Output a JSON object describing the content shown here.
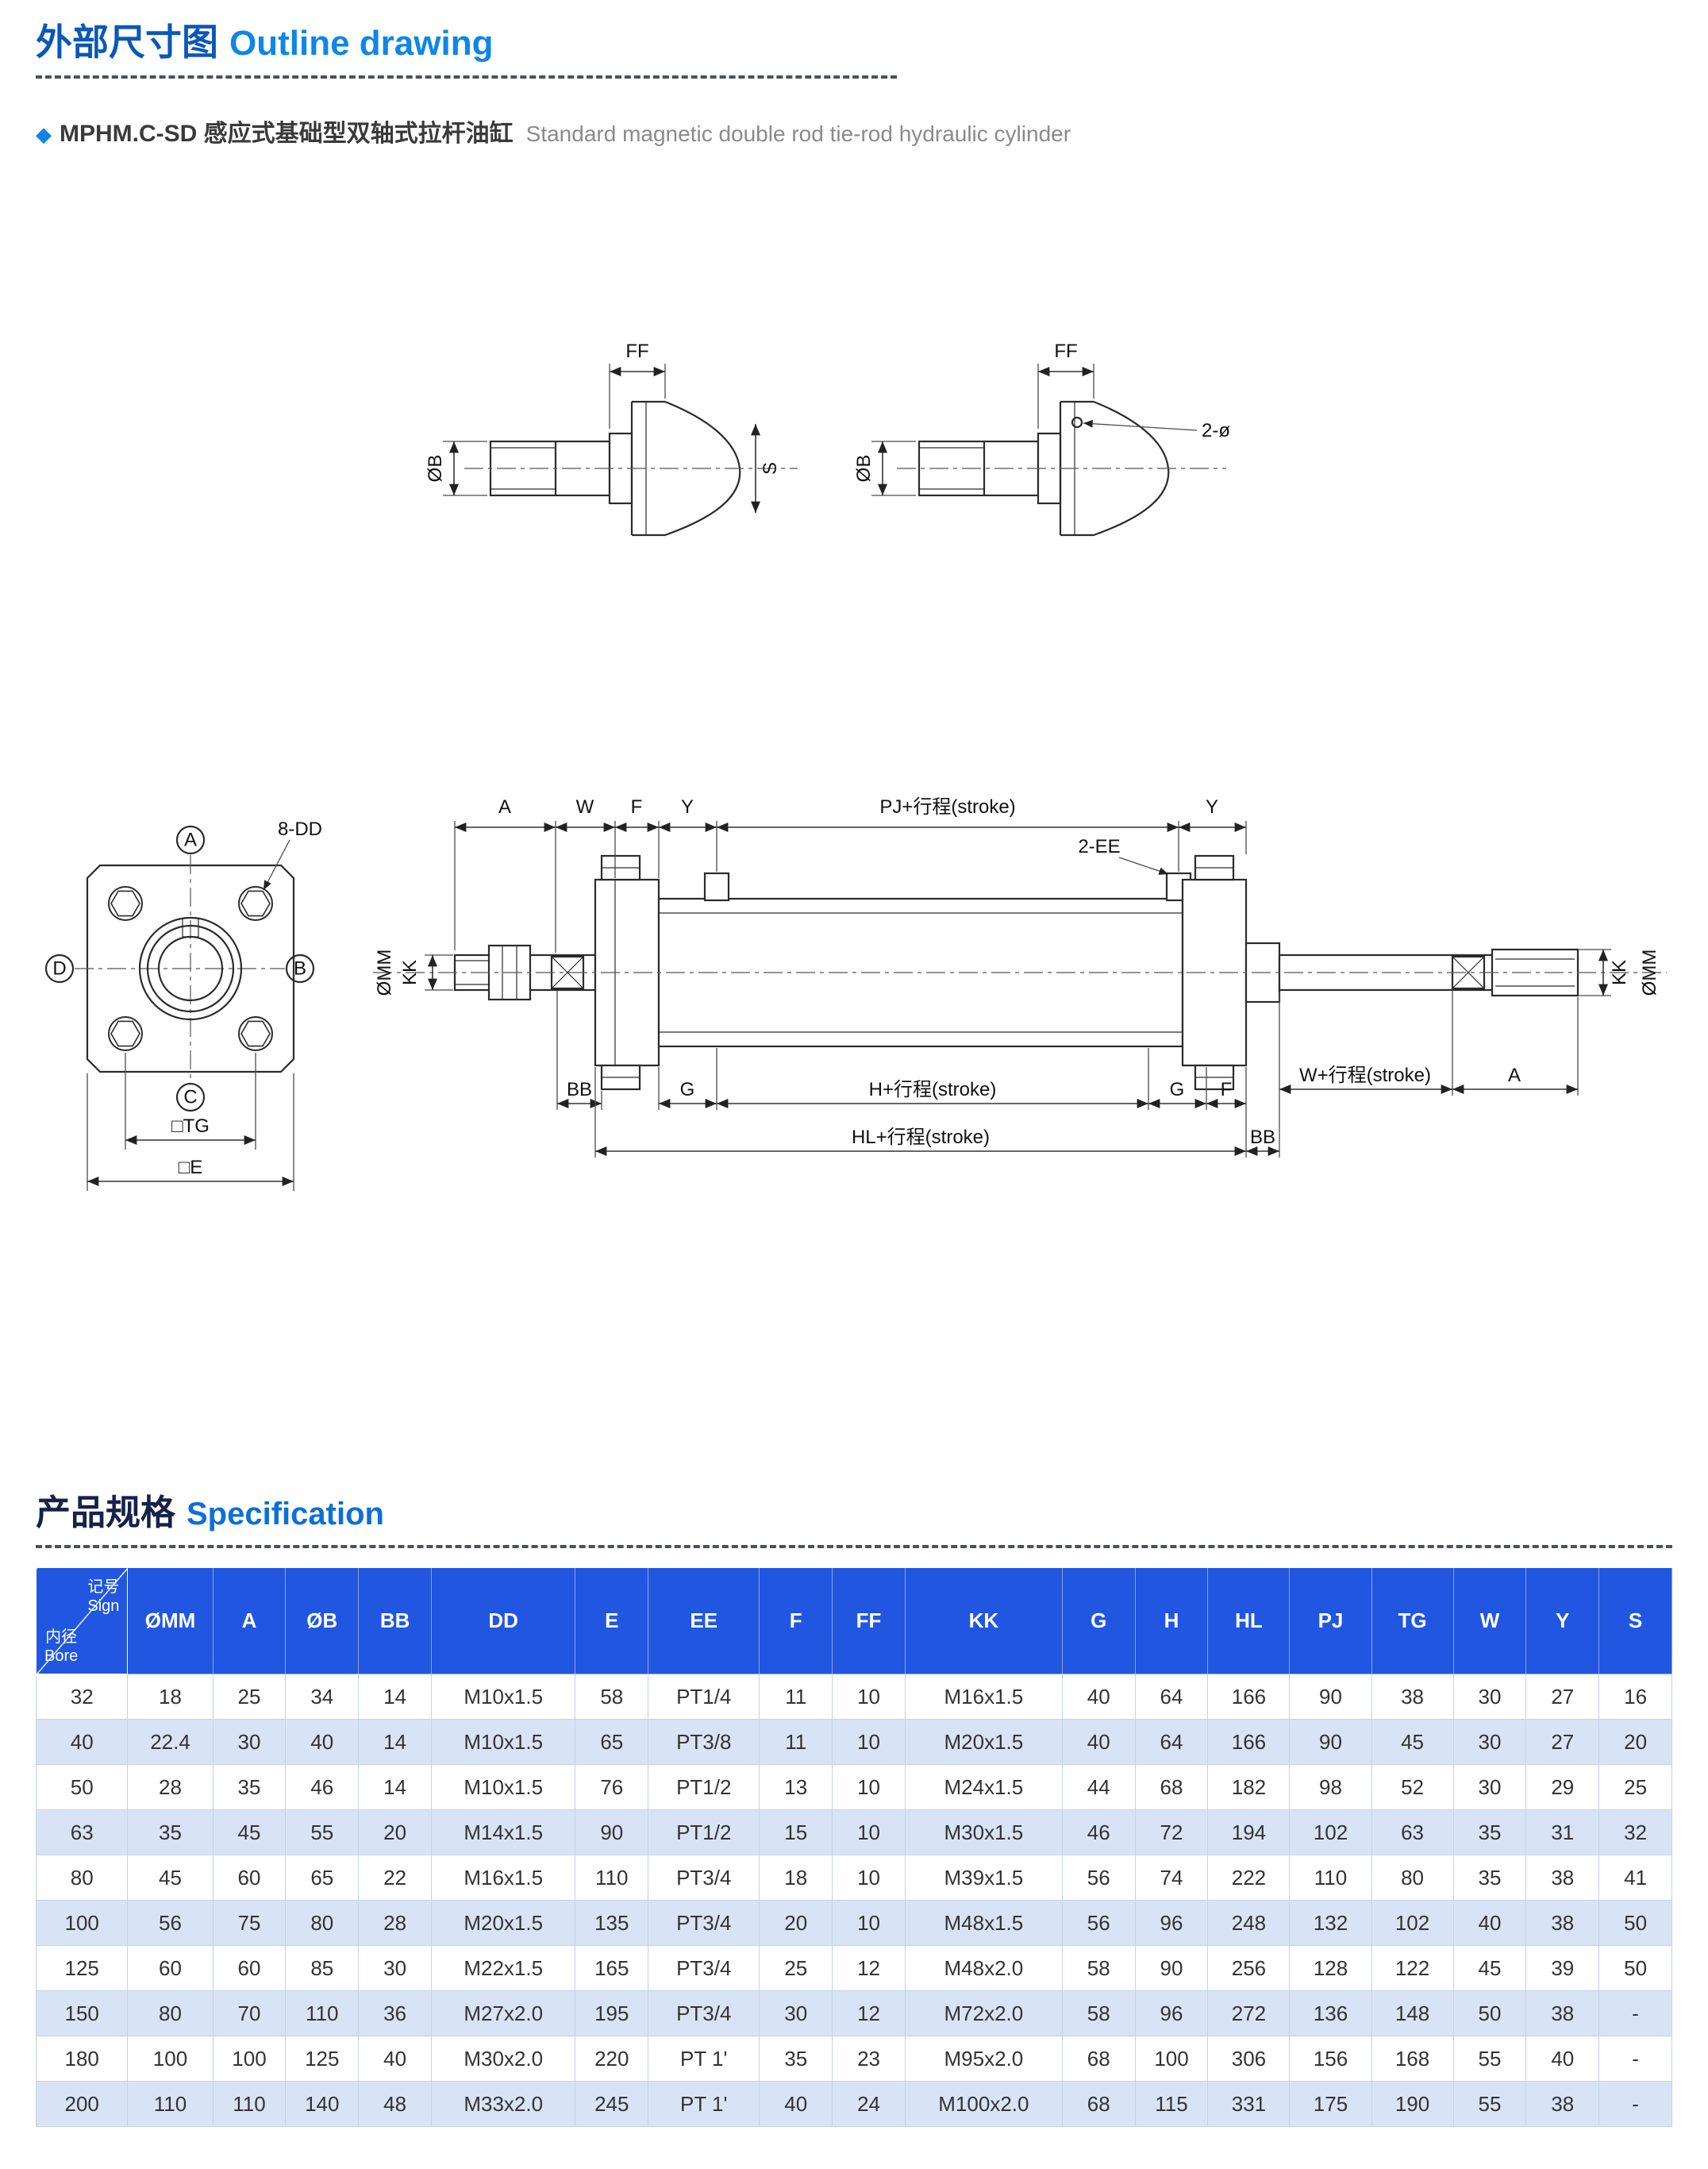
{
  "header": {
    "title_zh": "外部尺寸图",
    "title_en": "Outline drawing",
    "bullet": "◆",
    "model": "MPHM.C-SD 感应式基础型双轴式拉杆油缸",
    "model_desc": "Standard magnetic double rod tie-rod hydraulic cylinder"
  },
  "spec": {
    "title_zh": "产品规格",
    "title_en": "Specification"
  },
  "drawing": {
    "detail_left": {
      "ff": "FF",
      "ob": "ØB",
      "s": "S"
    },
    "detail_right": {
      "ff": "FF",
      "ob": "ØB",
      "hole": "2-ø"
    },
    "flange": {
      "a": "A",
      "b": "B",
      "c": "C",
      "d": "D",
      "dd": "8-DD",
      "tg": "□TG",
      "e": "□E"
    },
    "side": {
      "a_left": "A",
      "w": "W",
      "f": "F",
      "y_left": "Y",
      "pj": "PJ+行程(stroke)",
      "y_right": "Y",
      "ee": "2-EE",
      "omm_left": "ØMM",
      "kk_left": "KK",
      "bb_left": "BB",
      "g_left": "G",
      "h": "H+行程(stroke)",
      "g_right": "G",
      "f_right": "F",
      "hl": "HL+行程(stroke)",
      "bb_right": "BB",
      "w_stroke": "W+行程(stroke)",
      "a_right": "A",
      "kk_right": "KK",
      "omm_right": "ØMM"
    }
  },
  "table": {
    "corner": {
      "top_zh": "记号",
      "top_en": "Sign",
      "bottom_zh": "内径",
      "bottom_en": "Bore"
    },
    "columns": [
      "ØMM",
      "A",
      "ØB",
      "BB",
      "DD",
      "E",
      "EE",
      "F",
      "FF",
      "KK",
      "G",
      "H",
      "HL",
      "PJ",
      "TG",
      "W",
      "Y",
      "S"
    ],
    "rows": [
      {
        "bore": "32",
        "values": [
          "18",
          "25",
          "34",
          "14",
          "M10x1.5",
          "58",
          "PT1/4",
          "11",
          "10",
          "M16x1.5",
          "40",
          "64",
          "166",
          "90",
          "38",
          "30",
          "27",
          "16"
        ]
      },
      {
        "bore": "40",
        "values": [
          "22.4",
          "30",
          "40",
          "14",
          "M10x1.5",
          "65",
          "PT3/8",
          "11",
          "10",
          "M20x1.5",
          "40",
          "64",
          "166",
          "90",
          "45",
          "30",
          "27",
          "20"
        ]
      },
      {
        "bore": "50",
        "values": [
          "28",
          "35",
          "46",
          "14",
          "M10x1.5",
          "76",
          "PT1/2",
          "13",
          "10",
          "M24x1.5",
          "44",
          "68",
          "182",
          "98",
          "52",
          "30",
          "29",
          "25"
        ]
      },
      {
        "bore": "63",
        "values": [
          "35",
          "45",
          "55",
          "20",
          "M14x1.5",
          "90",
          "PT1/2",
          "15",
          "10",
          "M30x1.5",
          "46",
          "72",
          "194",
          "102",
          "63",
          "35",
          "31",
          "32"
        ]
      },
      {
        "bore": "80",
        "values": [
          "45",
          "60",
          "65",
          "22",
          "M16x1.5",
          "110",
          "PT3/4",
          "18",
          "10",
          "M39x1.5",
          "56",
          "74",
          "222",
          "110",
          "80",
          "35",
          "38",
          "41"
        ]
      },
      {
        "bore": "100",
        "values": [
          "56",
          "75",
          "80",
          "28",
          "M20x1.5",
          "135",
          "PT3/4",
          "20",
          "10",
          "M48x1.5",
          "56",
          "96",
          "248",
          "132",
          "102",
          "40",
          "38",
          "50"
        ]
      },
      {
        "bore": "125",
        "values": [
          "60",
          "60",
          "85",
          "30",
          "M22x1.5",
          "165",
          "PT3/4",
          "25",
          "12",
          "M48x2.0",
          "58",
          "90",
          "256",
          "128",
          "122",
          "45",
          "39",
          "50"
        ]
      },
      {
        "bore": "150",
        "values": [
          "80",
          "70",
          "110",
          "36",
          "M27x2.0",
          "195",
          "PT3/4",
          "30",
          "12",
          "M72x2.0",
          "58",
          "96",
          "272",
          "136",
          "148",
          "50",
          "38",
          "-"
        ]
      },
      {
        "bore": "180",
        "values": [
          "100",
          "100",
          "125",
          "40",
          "M30x2.0",
          "220",
          "PT 1'",
          "35",
          "23",
          "M95x2.0",
          "68",
          "100",
          "306",
          "156",
          "168",
          "55",
          "40",
          "-"
        ]
      },
      {
        "bore": "200",
        "values": [
          "110",
          "110",
          "140",
          "48",
          "M33x2.0",
          "245",
          "PT 1'",
          "40",
          "24",
          "M100x2.0",
          "68",
          "115",
          "331",
          "175",
          "190",
          "55",
          "38",
          "-"
        ]
      }
    ]
  },
  "colors": {
    "title_zh_blue": "#0a58b8",
    "title_en_blue": "#0d86e8",
    "spec_title_dark": "#15224a",
    "spec_title_en_blue": "#0d6fd8",
    "header_blue": "#2157e0",
    "row_alt": "#d8e4f5",
    "text_dark": "#333333",
    "line_dark": "#2b2b2b"
  }
}
